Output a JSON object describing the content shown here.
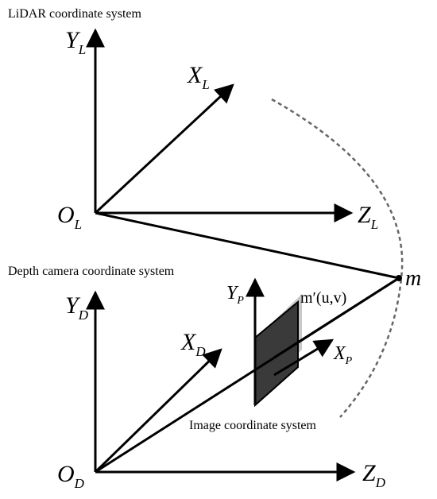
{
  "captions": {
    "lidar": "LiDAR coordinate system",
    "depth": "Depth camera coordinate system",
    "image": "Image coordinate system"
  },
  "lidar_axes": {
    "y": {
      "main": "Y",
      "sub": "L"
    },
    "x": {
      "main": "X",
      "sub": "L"
    },
    "z": {
      "main": "Z",
      "sub": "L"
    },
    "o": {
      "main": "O",
      "sub": "L"
    }
  },
  "depth_axes": {
    "y": {
      "main": "Y",
      "sub": "D"
    },
    "x": {
      "main": "X",
      "sub": "D"
    },
    "z": {
      "main": "Z",
      "sub": "D"
    },
    "o": {
      "main": "O",
      "sub": "D"
    }
  },
  "image_axes": {
    "y": {
      "main": "Y",
      "sub": "P"
    },
    "x": {
      "main": "X",
      "sub": "P"
    }
  },
  "points": {
    "m": "m",
    "m_prime": "m′(u,v)"
  },
  "colors": {
    "line": "#000000",
    "dashed": "#666666",
    "plane_fill": "#3a3a3a",
    "plane_back": "#c8c8c8"
  }
}
